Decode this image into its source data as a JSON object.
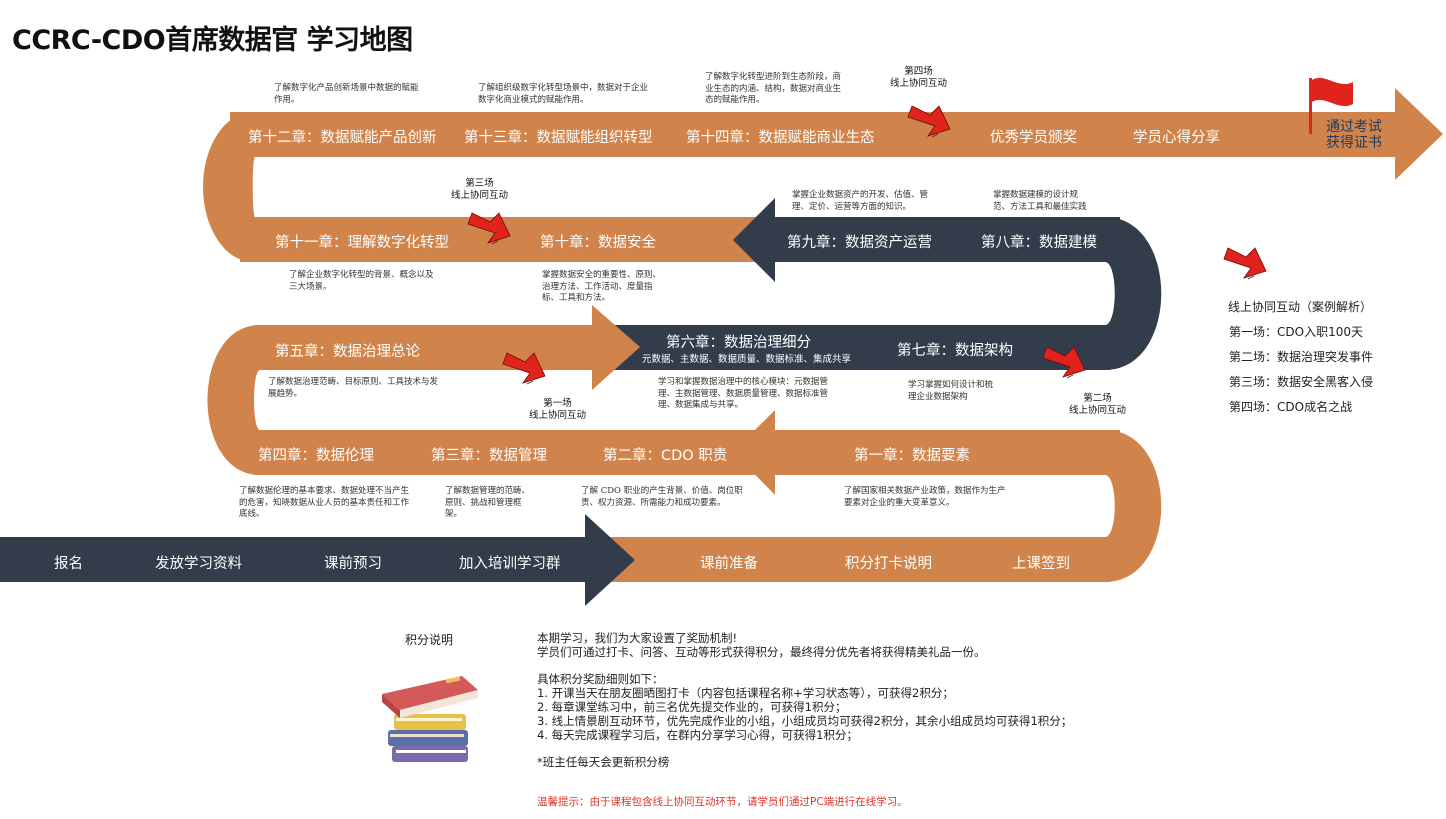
{
  "page_title": "CCRC-CDO首席数据官 学习地图",
  "colors": {
    "orange": "#d0844b",
    "navy": "#323c4b",
    "red": "#e0231c",
    "goal_text": "#1e3a5f"
  },
  "top_row": {
    "ch12": "第十二章：数据赋能产品创新",
    "ch13": "第十三章：数据赋能组织转型",
    "ch14": "第十四章：数据赋能商业生态",
    "award": "优秀学员颁奖",
    "share": "学员心得分享",
    "goal_line1": "通过考试",
    "goal_line2": "获得证书"
  },
  "top_desc": {
    "ch12": "了解数字化产品创新场景中数据的赋能作用。",
    "ch13": "了解组织级数字化转型场景中，数据对于企业数字化商业模式的赋能作用。",
    "ch14": "了解数字化转型进阶到生态阶段，商业生态的内涵、结构，数据对商业生态的赋能作用。"
  },
  "row2": {
    "ch11": "第十一章：理解数字化转型",
    "ch10": "第十章：数据安全",
    "ch9": "第九章：数据资产运营",
    "ch8": "第八章：数据建模"
  },
  "row2_desc": {
    "ch9": "掌握企业数据资产的开发、估值、管理、定价、运营等方面的知识。",
    "ch8": "掌握数据建模的设计规范、方法工具和最佳实践",
    "ch11": "了解企业数字化转型的背景、概念以及三大场景。",
    "ch10": "掌握数据安全的重要性、原则、治理方法、工作活动、度量指标、工具和方法。"
  },
  "row3": {
    "ch5": "第五章：数据治理总论",
    "ch6": "第六章：数据治理细分",
    "ch6_sub": "元数据、主数据、数据质量、数据标准、集成共享",
    "ch7": "第七章：数据架构"
  },
  "row3_desc": {
    "ch5": "了解数据治理范畴、目标原则、工具技术与发展趋势。",
    "ch6": "学习和掌握数据治理中的核心模块：元数据管理、主数据管理、数据质量管理、数据标准管理、数据集成与共享。",
    "ch7": "学习掌握如何设计和梳理企业数据架构"
  },
  "row4": {
    "ch4": "第四章：数据伦理",
    "ch3": "第三章：数据管理",
    "ch2": "第二章：CDO 职责",
    "ch1": "第一章：数据要素"
  },
  "row4_desc": {
    "ch4": "了解数据伦理的基本要求、数据处理不当产生的危害，知晓数据从业人员的基本责任和工作底线。",
    "ch3": "了解数据管理的范畴、原则、挑战和管理框架。",
    "ch2": "了解 CDO 职业的产生背景、价值、岗位职责、权力资源、所需能力和成功要素。",
    "ch1": "了解国家相关数据产业政策，数据作为生产要素对企业的重大变革意义。"
  },
  "bottom_row": {
    "signup": "报名",
    "materials": "发放学习资料",
    "preview": "课前预习",
    "join_group": "加入培训学习群",
    "prep": "课前准备",
    "points_intro": "积分打卡说明",
    "checkin": "上课签到"
  },
  "sessions": {
    "s1_a": "第一场",
    "s1_b": "线上协同互动",
    "s2_a": "第二场",
    "s2_b": "线上协同互动",
    "s3_a": "第三场",
    "s3_b": "线上协同互动",
    "s4_a": "第四场",
    "s4_b": "线上协同互动"
  },
  "side_legend": {
    "title": "线上协同互动（案例解析）",
    "items": [
      "第一场：CDO入职100天",
      "第二场：数据治理突发事件",
      "第三场：数据安全黑客入侵",
      "第四场：CDO成名之战"
    ]
  },
  "points": {
    "label": "积分说明",
    "intro1": "本期学习，我们为大家设置了奖励机制!",
    "intro2": "学员们可通过打卡、问答、互动等形式获得积分，最终得分优先者将获得精美礼品一份。",
    "rules_title": "具体积分奖励细则如下：",
    "rule1": "1. 开课当天在朋友圈晒图打卡（内容包括课程名称+学习状态等），可获得2积分；",
    "rule2": "2. 每章课堂练习中，前三名优先提交作业的，可获得1积分；",
    "rule3": "3. 线上情景剧互动环节，优先完成作业的小组，小组成员均可获得2积分，其余小组成员均可获得1积分；",
    "rule4": "4. 每天完成课程学习后，在群内分享学习心得，可获得1积分；",
    "note": "*班主任每天会更新积分榜"
  },
  "tip": "温馨提示：由于课程包含线上协同互动环节，请学员们通过PC端进行在线学习。"
}
